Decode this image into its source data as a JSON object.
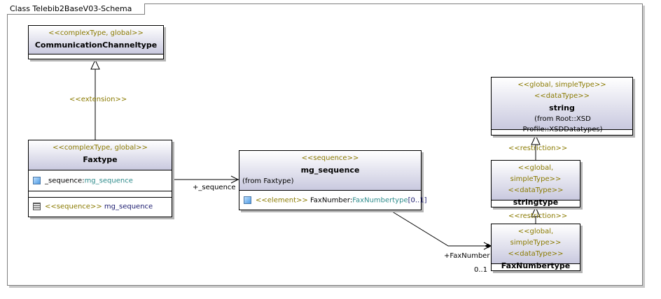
{
  "diagram": {
    "title": "Class Telebib2BaseV03-Schema"
  },
  "classes": {
    "communication": {
      "stereotype": "<<complexType, global>>",
      "name": "CommunicationChanneltype"
    },
    "faxtype": {
      "stereotype": "<<complexType, global>>",
      "name": "Faxtype",
      "attr_name": "_sequence:",
      "attr_type": "mg_sequence",
      "op_stereotype": "<<sequence>>",
      "op_name": "mg_sequence"
    },
    "mg_sequence": {
      "stereotype": "<<sequence>>",
      "name": "mg_sequence",
      "from": "(from Faxtype)",
      "attr_stereotype": "<<element>>",
      "attr_name": "FaxNumber:",
      "attr_type": "FaxNumbertype",
      "attr_mult": "[0..1]"
    },
    "string": {
      "stereotype1": "<<global, simpleType>>",
      "stereotype2": "<<dataType>>",
      "name": "string",
      "from": "(from Root::XSD Profile::XSDDatatypes)"
    },
    "stringtype": {
      "stereotype1": "<<global, simpleType>>",
      "stereotype2": "<<dataType>>",
      "name": "stringtype"
    },
    "faxnumbertype": {
      "stereotype1": "<<global, simpleType>>",
      "stereotype2": "<<dataType>>",
      "name": "FaxNumbertype"
    }
  },
  "connectors": {
    "extension": "<<extension>>",
    "sequence_role": "+_sequence",
    "restriction_1": "<<restriction>>",
    "restriction_2": "<<restriction>>",
    "faxnumber_role": "+FaxNumber",
    "faxnumber_mult": "0..1"
  }
}
